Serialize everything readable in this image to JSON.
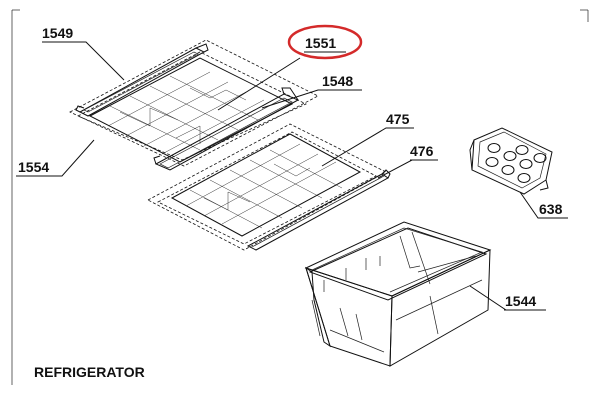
{
  "diagram": {
    "caption": "REFRIGERATOR",
    "callouts": {
      "p1549": "1549",
      "p1551": "1551",
      "p1548": "1548",
      "p1554": "1554",
      "p475": "475",
      "p476": "476",
      "p638": "638",
      "p1544": "1544"
    },
    "highlight_color": "#d42a2a"
  }
}
